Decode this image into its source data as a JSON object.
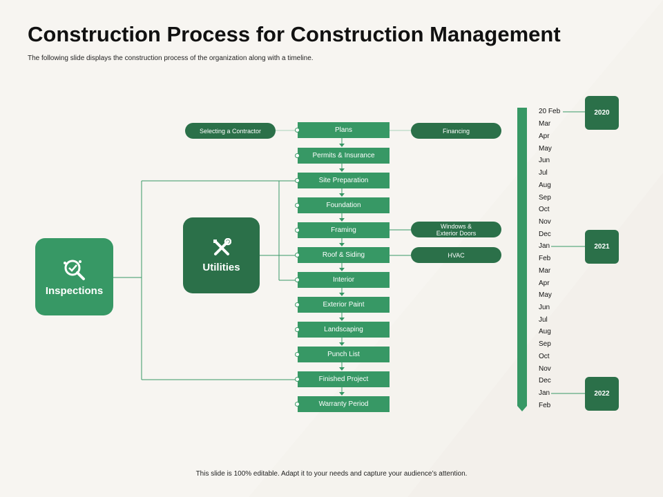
{
  "title": "Construction Process for Construction Management",
  "subtitle": "The following slide displays the construction process of the organization along with a timeline.",
  "footer": "This slide is 100% editable.  Adapt it to your needs and capture your audience’s attention.",
  "colors": {
    "primary_green": "#379865",
    "dark_green": "#2b7049",
    "background": "#f7f5f1"
  },
  "cards": {
    "inspections": {
      "label": "Inspections",
      "icon": "magnifier-check-icon"
    },
    "utilities": {
      "label": "Utilities",
      "icon": "wrench-screwdriver-icon"
    }
  },
  "steps": [
    "Plans",
    "Permits & Insurance",
    "Site Preparation",
    "Foundation",
    "Framing",
    "Roof & Siding",
    "Interior",
    "Exterior Paint",
    "Landscaping",
    "Punch List",
    "Finished Project",
    "Warranty Period"
  ],
  "side_items": {
    "contractor": "Selecting a Contractor",
    "financing": "Financing",
    "windows_line1": "Windows &",
    "windows_line2": "Exterior Doors",
    "hvac": "HVAC"
  },
  "timeline": {
    "years": [
      "2020",
      "2021",
      "2022"
    ],
    "months": [
      "20 Feb",
      "Mar",
      "Apr",
      "May",
      "Jun",
      "Jul",
      "Aug",
      "Sep",
      "Oct",
      "Nov",
      "Dec",
      "Jan",
      "Feb",
      "Mar",
      "Apr",
      "May",
      "Jun",
      "Jul",
      "Aug",
      "Sep",
      "Oct",
      "Nov",
      "Dec",
      "Jan",
      "Feb"
    ]
  }
}
